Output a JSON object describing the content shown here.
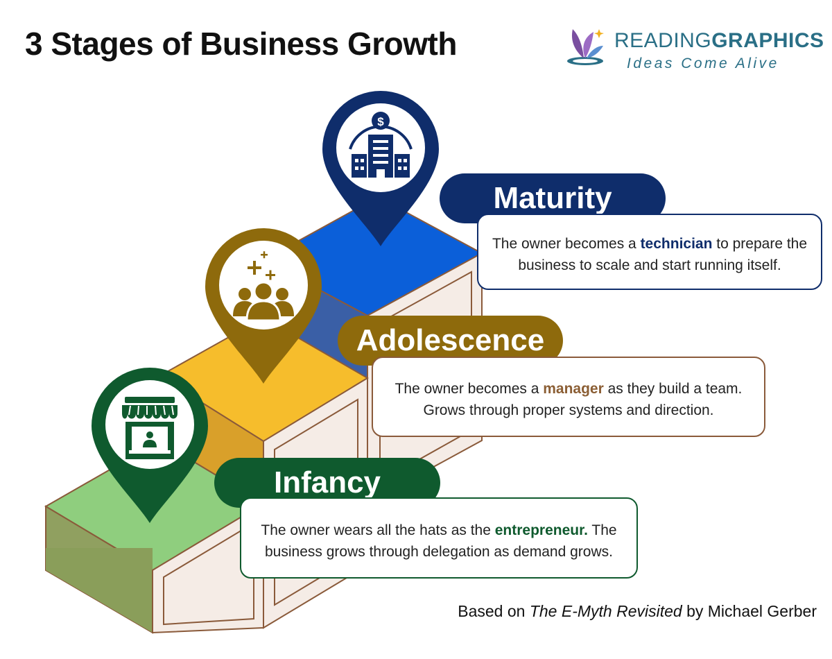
{
  "title": "3 Stages of Business Growth",
  "brand": {
    "name_bold": "READING",
    "name_rest": "GRAPHICS",
    "tagline": "Ideas Come Alive"
  },
  "stages": [
    {
      "name": "Maturity",
      "icon": "building-dollar-icon",
      "color": "#0f2d6b",
      "step_color": "#0b5fd9",
      "desc_pre": "The owner becomes a ",
      "role": "technician",
      "desc_post": " to prepare the business to scale and start running itself."
    },
    {
      "name": "Adolescence",
      "icon": "team-growth-icon",
      "color": "#8e6a0c",
      "step_color": "#f6bd2c",
      "desc_pre": "The owner becomes a ",
      "role": "manager",
      "desc_post": " as they build a team. Grows through proper systems and direction."
    },
    {
      "name": "Infancy",
      "icon": "storefront-icon",
      "color": "#0f5a2e",
      "step_color": "#8fce7e",
      "desc_pre": "The owner wears all the hats as the ",
      "role": "entrepreneur.",
      "desc_post": " The business grows through delegation as demand grows."
    }
  ],
  "credit": {
    "pre": "Based on ",
    "book": "The E-Myth Revisited",
    "post": " by Michael Gerber"
  },
  "colors": {
    "outline": "#8a5a3a",
    "step_side": "#f5ece6",
    "role_manager": "#8b5e34",
    "brand_teal": "#2a6f86"
  }
}
